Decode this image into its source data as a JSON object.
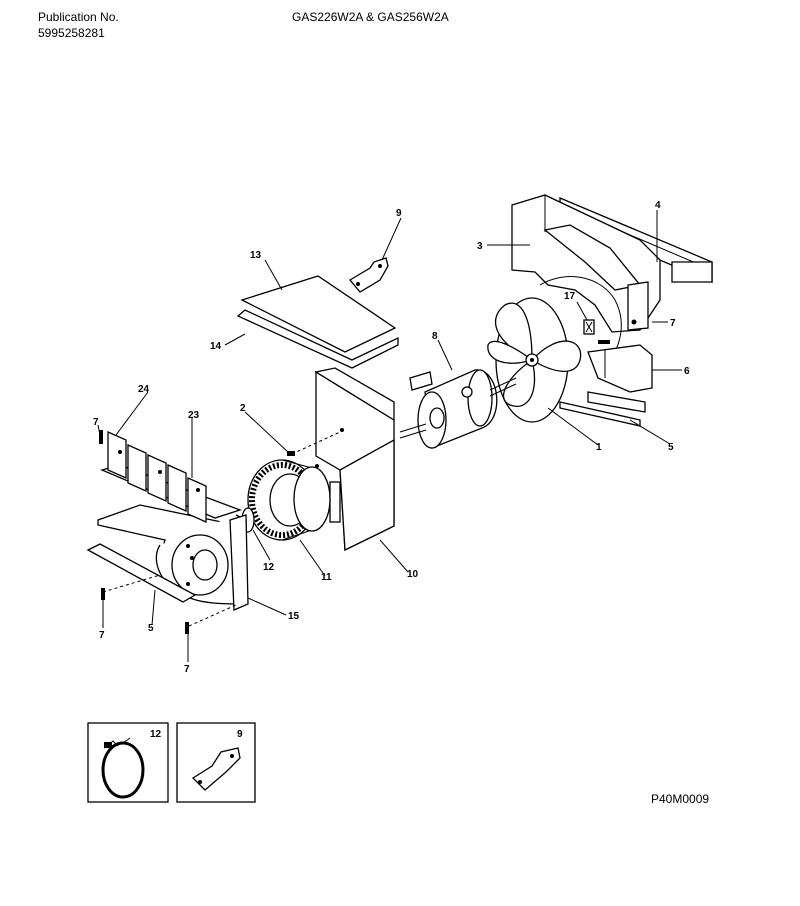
{
  "header": {
    "publication_label": "Publication No.",
    "publication_number": "5995258281",
    "models": "GAS226W2A & GAS256W2A"
  },
  "diagram_code": "P40M0009",
  "callouts": {
    "c1": "1",
    "c2": "2",
    "c3": "3",
    "c4": "4",
    "c5a": "5",
    "c5b": "5",
    "c6": "6",
    "c7a": "7",
    "c7b": "7",
    "c7c": "7",
    "c7d": "7",
    "c8": "8",
    "c9": "9",
    "c10": "10",
    "c11": "11",
    "c12": "12",
    "c13": "13",
    "c14": "14",
    "c15": "15",
    "c17": "17",
    "c23": "23",
    "c24": "24"
  },
  "insets": {
    "clamp_label": "12",
    "bracket_label": "9"
  }
}
